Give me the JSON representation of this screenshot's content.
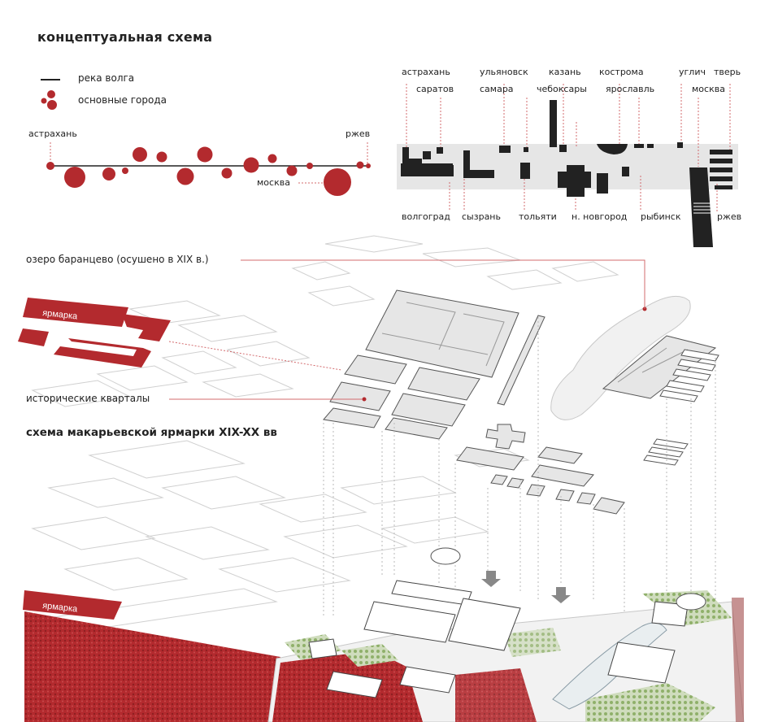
{
  "title": "концептуальная схема",
  "legend": {
    "river": "река волга",
    "cities": "основные города"
  },
  "river_line": {
    "start_label": "астрахань",
    "end_label": "ржев",
    "moscow_label": "москва"
  },
  "cities_top": [
    "астрахань",
    "саратов",
    "ульяновск",
    "самара",
    "казань",
    "чебоксары",
    "кострома",
    "ярославль",
    "углич",
    "москва",
    "тверь"
  ],
  "cities_bottom": [
    "волгоград",
    "сызрань",
    "тольяти",
    "н. новгород",
    "рыбинск",
    "ржев"
  ],
  "annotations": {
    "lake": "озеро баранцево (осушено в XIX в.)",
    "historic": "исторические кварталы",
    "fair": "ярмарка"
  },
  "subtitle": "схема макарьевской ярмарки XIX-XX вв",
  "colors": {
    "accent": "#b32a2e",
    "dark": "#222222",
    "panel": "#e6e6e6",
    "linework": "#bdbdbd",
    "green": "#8fb06a"
  }
}
